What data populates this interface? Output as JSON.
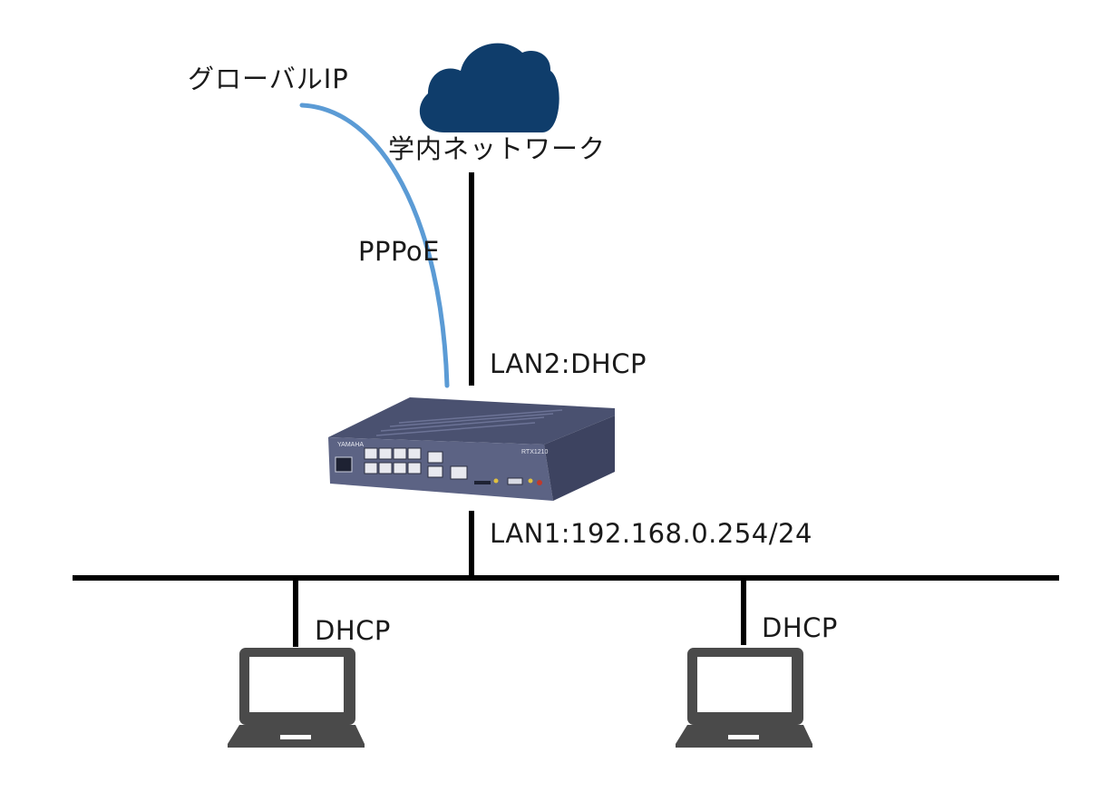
{
  "diagram": {
    "labels": {
      "global_ip": "グローバルIP",
      "campus_network": "学内ネットワーク",
      "pppoe": "PPPoE",
      "lan2": "LAN2:DHCP",
      "lan1": "LAN1:192.168.0.254/24",
      "dhcp_left": "DHCP",
      "dhcp_right": "DHCP"
    },
    "router": {
      "brand": "YAMAHA",
      "model": "RTX1210"
    },
    "colors": {
      "cloud": "#0f3d6b",
      "pppoe_line": "#5b9bd5",
      "wire": "#000000",
      "laptop": "#4a4a4a",
      "router_body": "#4a5170",
      "router_front": "#5c6384"
    },
    "icons": {
      "cloud": "cloud-icon",
      "router": "router-icon",
      "laptop": "laptop-icon"
    }
  }
}
